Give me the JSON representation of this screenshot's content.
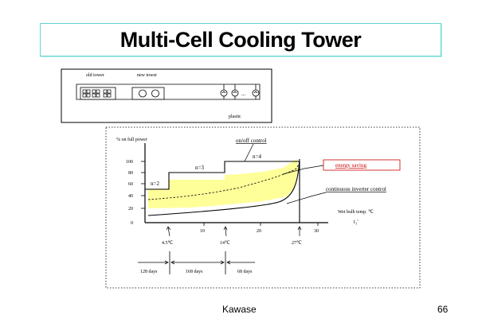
{
  "slide": {
    "title": "Multi-Cell Cooling Tower",
    "footer_author": "Kawase",
    "page_number": "66"
  },
  "schematic": {
    "old_tower_label": "old tower",
    "new_tower_label": "new tower",
    "plastic_label": "plastic",
    "ellipsis": "..."
  },
  "graph": {
    "ylabel": "% on full power",
    "xlabel": "Wet bulb temp. ℃",
    "x_symbol": "t₁'",
    "ytick_labels": [
      "100",
      "80",
      "60",
      "40",
      "20",
      "0"
    ],
    "xtick_labels": [
      "10",
      "20",
      "30"
    ],
    "annotations": {
      "on_off": "on/off control",
      "energy_saving": "energy saving",
      "continuous": "continuous inverter control",
      "n2": "n=2",
      "n3": "n=3",
      "n4": "n=4"
    },
    "breakpoints": [
      "4.5℃",
      "14℃",
      "27℃"
    ],
    "day_ranges": [
      "128 days",
      "168 days",
      "68 days"
    ],
    "colors": {
      "fill": "#ffff99",
      "energy_saving_text": "#cc0000",
      "energy_saving_border": "#cc0000"
    }
  }
}
